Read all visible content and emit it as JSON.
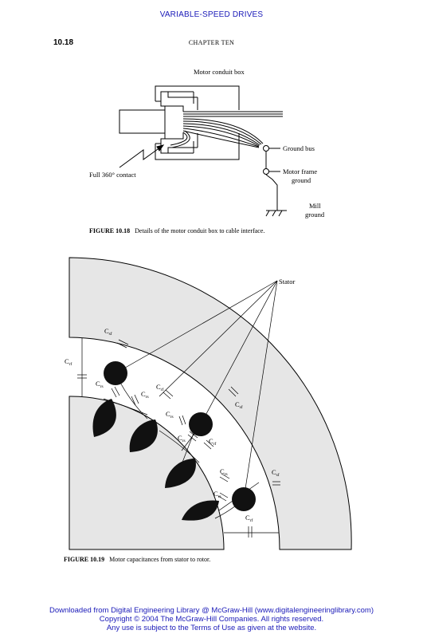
{
  "header": {
    "running_title": "VARIABLE-SPEED DRIVES",
    "page_number": "10.18",
    "chapter": "CHAPTER TEN"
  },
  "figure_1": {
    "labels": {
      "conduit_box": "Motor conduit box",
      "ground_bus": "Ground bus",
      "frame_ground_1": "Motor frame",
      "frame_ground_2": "ground",
      "contact": "Full 360° contact",
      "mill_ground_1": "Mill",
      "mill_ground_2": "ground"
    },
    "caption_number": "FIGURE 10.18",
    "caption_text": "Details of the motor conduit box to cable interface."
  },
  "figure_2": {
    "labels": {
      "stator": "Stator",
      "c": "C",
      "sub_sf": "sf",
      "sub_rf": "rf",
      "sub_rs": "rs"
    },
    "caption_number": "FIGURE 10.19",
    "caption_text": "Motor capacitances from stator to rotor."
  },
  "footer": {
    "line1": "Downloaded from Digital Engineering Library @ McGraw-Hill (www.digitalengineeringlibrary.com)",
    "line2": "Copyright © 2004 The McGraw-Hill Companies. All rights reserved.",
    "line3": "Any use is subject to the Terms of Use as given at the website."
  }
}
